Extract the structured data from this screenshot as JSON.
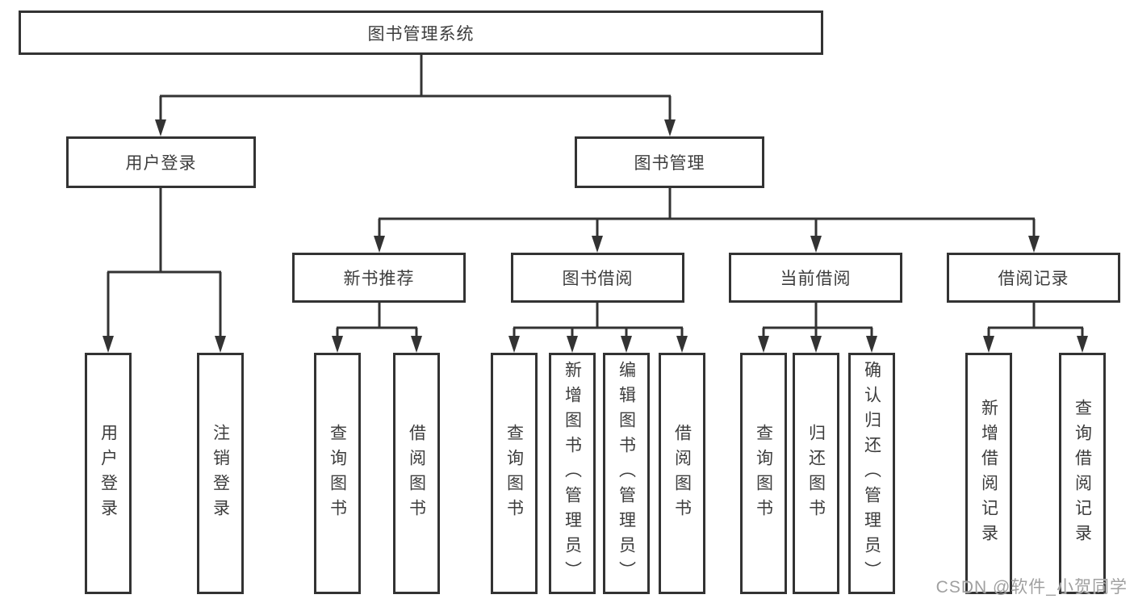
{
  "diagram": {
    "root_label": "图书管理系统",
    "level2": [
      {
        "label": "用户登录"
      },
      {
        "label": "图书管理"
      }
    ],
    "level3": [
      {
        "label": "新书推荐"
      },
      {
        "label": "图书借阅"
      },
      {
        "label": "当前借阅"
      },
      {
        "label": "借阅记录"
      }
    ],
    "leaf_groups": [
      {
        "parent": "用户登录",
        "items": [
          "用户登录",
          "注销登录"
        ]
      },
      {
        "parent": "新书推荐",
        "items": [
          "查询图书",
          "借阅图书"
        ]
      },
      {
        "parent": "图书借阅",
        "items": [
          "查询图书",
          "新增图书（管理员）",
          "编辑图书（管理员）",
          "借阅图书"
        ]
      },
      {
        "parent": "当前借阅",
        "items": [
          "查询图书",
          "归还图书",
          "确认归还（管理员）"
        ]
      },
      {
        "parent": "借阅记录",
        "items": [
          "新增借阅记录",
          "查询借阅记录"
        ]
      }
    ]
  },
  "watermark": "CSDN @软件_小贺同学",
  "colors": {
    "line": "#333333",
    "text": "#3d3d3d",
    "box_bg": "#ffffff",
    "watermark": "#a0a0a0",
    "bg": "#ffffff"
  }
}
